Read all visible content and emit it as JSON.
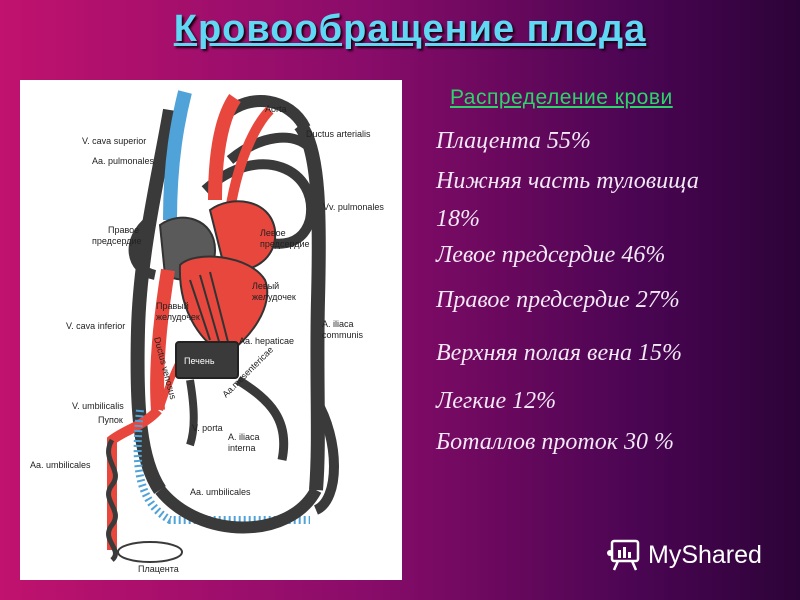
{
  "slide": {
    "title": "Кровообращение плода",
    "subtitle": "Распределение крови",
    "items": [
      "Плацента  55%",
      "Нижняя часть туловища",
      "18%",
      "Левое  предсердие 46%",
      "Правое предсердие 27%",
      "Верхняя полая вена 15%",
      "Легкие 12%",
      "Боталлов проток 30 %"
    ]
  },
  "diagram": {
    "labels": {
      "aorta": "Aorta",
      "v_cava_superior": "V. cava superior",
      "ductus_arterialis": "Ductus arterialis",
      "aa_pulmonales": "Aa. pulmonales",
      "legkie": "Легкие",
      "vv_pulmonales": "Vv. pulmonales",
      "pravoe_predserdie_1": "Правое",
      "pravoe_predserdie_2": "предсердие",
      "levoe_predserdie_1": "Левое",
      "levoe_predserdie_2": "предсердие",
      "levyi_zheludochek_1": "Левый",
      "levyi_zheludochek_2": "желудочек",
      "pravyi_zheludochek_1": "Правый",
      "pravyi_zheludochek_2": "желудочек",
      "v_cava_inferior": "V. cava inferior",
      "aa_hepaticae": "Aa. hepaticae",
      "a_iliaca_communis_1": "A. iliaca",
      "a_iliaca_communis_2": "communis",
      "ductus_venosus": "Ductus venosus",
      "pechen": "Печень",
      "aa_mesentericae": "Aa.mesentericae",
      "v_umbilicalis": "V. umbilicalis",
      "pupok": "Пупок",
      "v_porta": "V. porta",
      "a_iliaca_interna_1": "A. iliaca",
      "a_iliaca_interna_2": "interna",
      "aa_umbilicales_left": "Aa. umbilicales",
      "aa_umbilicales_bottom": "Aa. umbilicales",
      "placenta": "Плацента"
    }
  },
  "brand": {
    "name": "MyShared"
  },
  "colors": {
    "artery": "#e8473d",
    "vein": "#4fa3d8",
    "mixed": "#3a3a3a",
    "title": "#5fd8f4",
    "subtitle": "#2bd56a",
    "text": "#f2e8f6"
  }
}
